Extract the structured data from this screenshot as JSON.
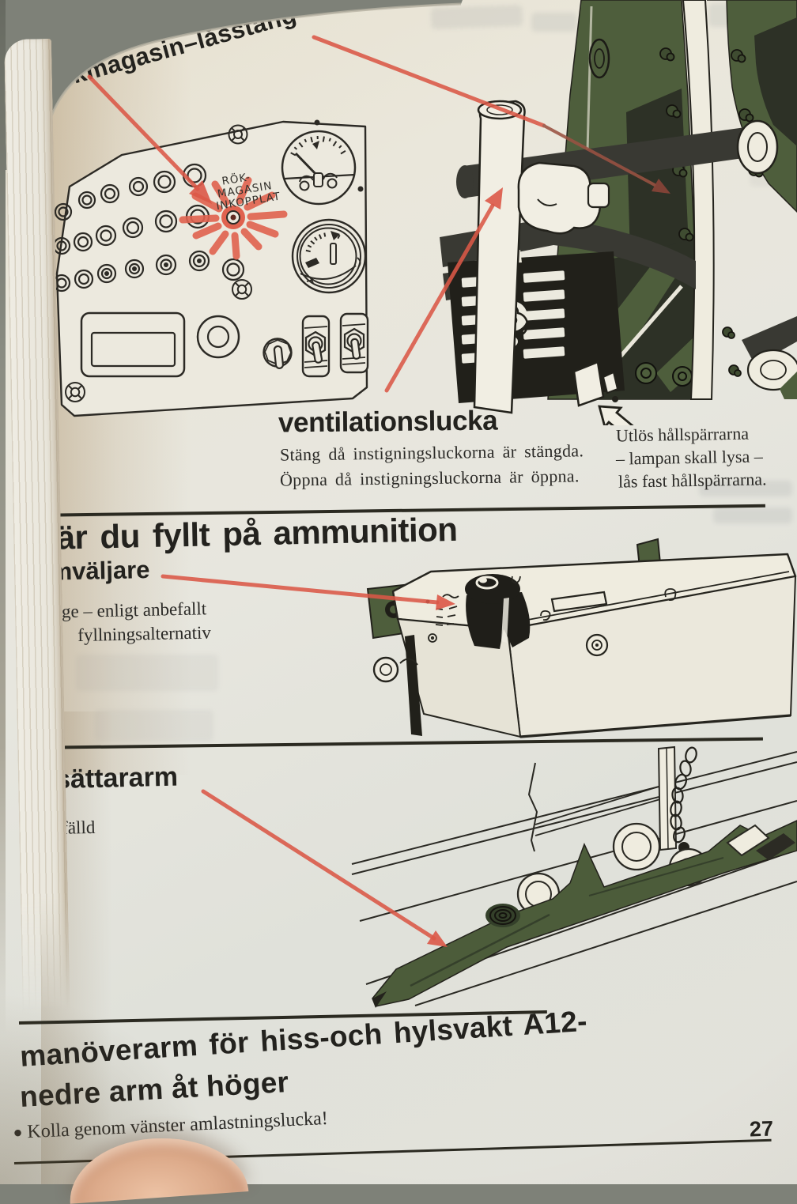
{
  "header": {
    "rotated_label": "rökmagasin–låsstång"
  },
  "panel_callout": {
    "line1": "RÖK-",
    "line2": "MAGASIN",
    "line3": "INKOPPLAT"
  },
  "ventilation": {
    "heading": "ventilationslucka",
    "body_line1": "Stäng då instigningsluckorna är stängda.",
    "body_line2": "Öppna då instigningsluckorna är öppna.",
    "note_line1": "Utlös hållspärrarna",
    "note_line2": "– lampan skall lysa –",
    "note_line3": "lås fast hållspärrarna."
  },
  "ammunition": {
    "heading": "när du fyllt på ammunition",
    "subheading": "amväljare",
    "note_line1": "Läge – enligt anbefallt",
    "note_line2": "fyllningsalternativ"
  },
  "rammer": {
    "heading": "ansättararm",
    "note": "Nerfälld"
  },
  "maneuver": {
    "heading_line1": "manöverarm för hiss-och hylsvakt A12-",
    "heading_line2": "nedre arm åt höger",
    "note": "Kolla genom vänster amlastningslucka!"
  },
  "footer": {
    "page_number": "27"
  },
  "glyphs": {
    "bullet": "●"
  },
  "colors": {
    "accent_red": "#db5847",
    "olive_green": "#4e5e3c",
    "ink_black": "#26251f",
    "paper_cream": "#e8e5da",
    "backdrop_grey": "#7e8178"
  }
}
